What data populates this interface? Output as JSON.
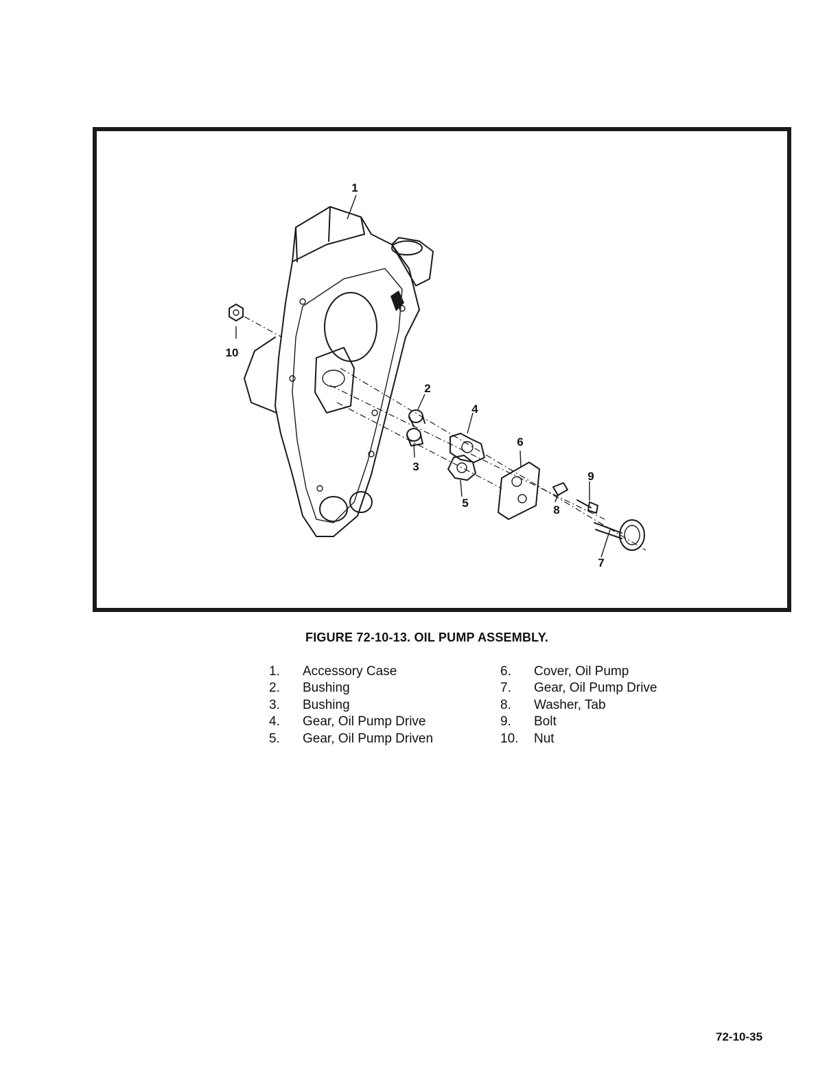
{
  "figure": {
    "caption": "FIGURE 72-10-13.  OIL PUMP ASSEMBLY.",
    "callouts": [
      "1",
      "2",
      "3",
      "4",
      "5",
      "6",
      "7",
      "8",
      "9",
      "10"
    ]
  },
  "legend": {
    "left": [
      {
        "num": "1.",
        "label": "Accessory Case"
      },
      {
        "num": "2.",
        "label": "Bushing"
      },
      {
        "num": "3.",
        "label": "Bushing"
      },
      {
        "num": "4.",
        "label": "Gear, Oil Pump Drive"
      },
      {
        "num": "5.",
        "label": "Gear, Oil Pump Driven"
      }
    ],
    "right": [
      {
        "num": "6.",
        "label": "Cover, Oil Pump"
      },
      {
        "num": "7.",
        "label": "Gear, Oil Pump Drive"
      },
      {
        "num": "8.",
        "label": "Washer, Tab"
      },
      {
        "num": "9.",
        "label": "Bolt"
      },
      {
        "num": "10.",
        "label": "Nut"
      }
    ]
  },
  "page_number": "72-10-35"
}
